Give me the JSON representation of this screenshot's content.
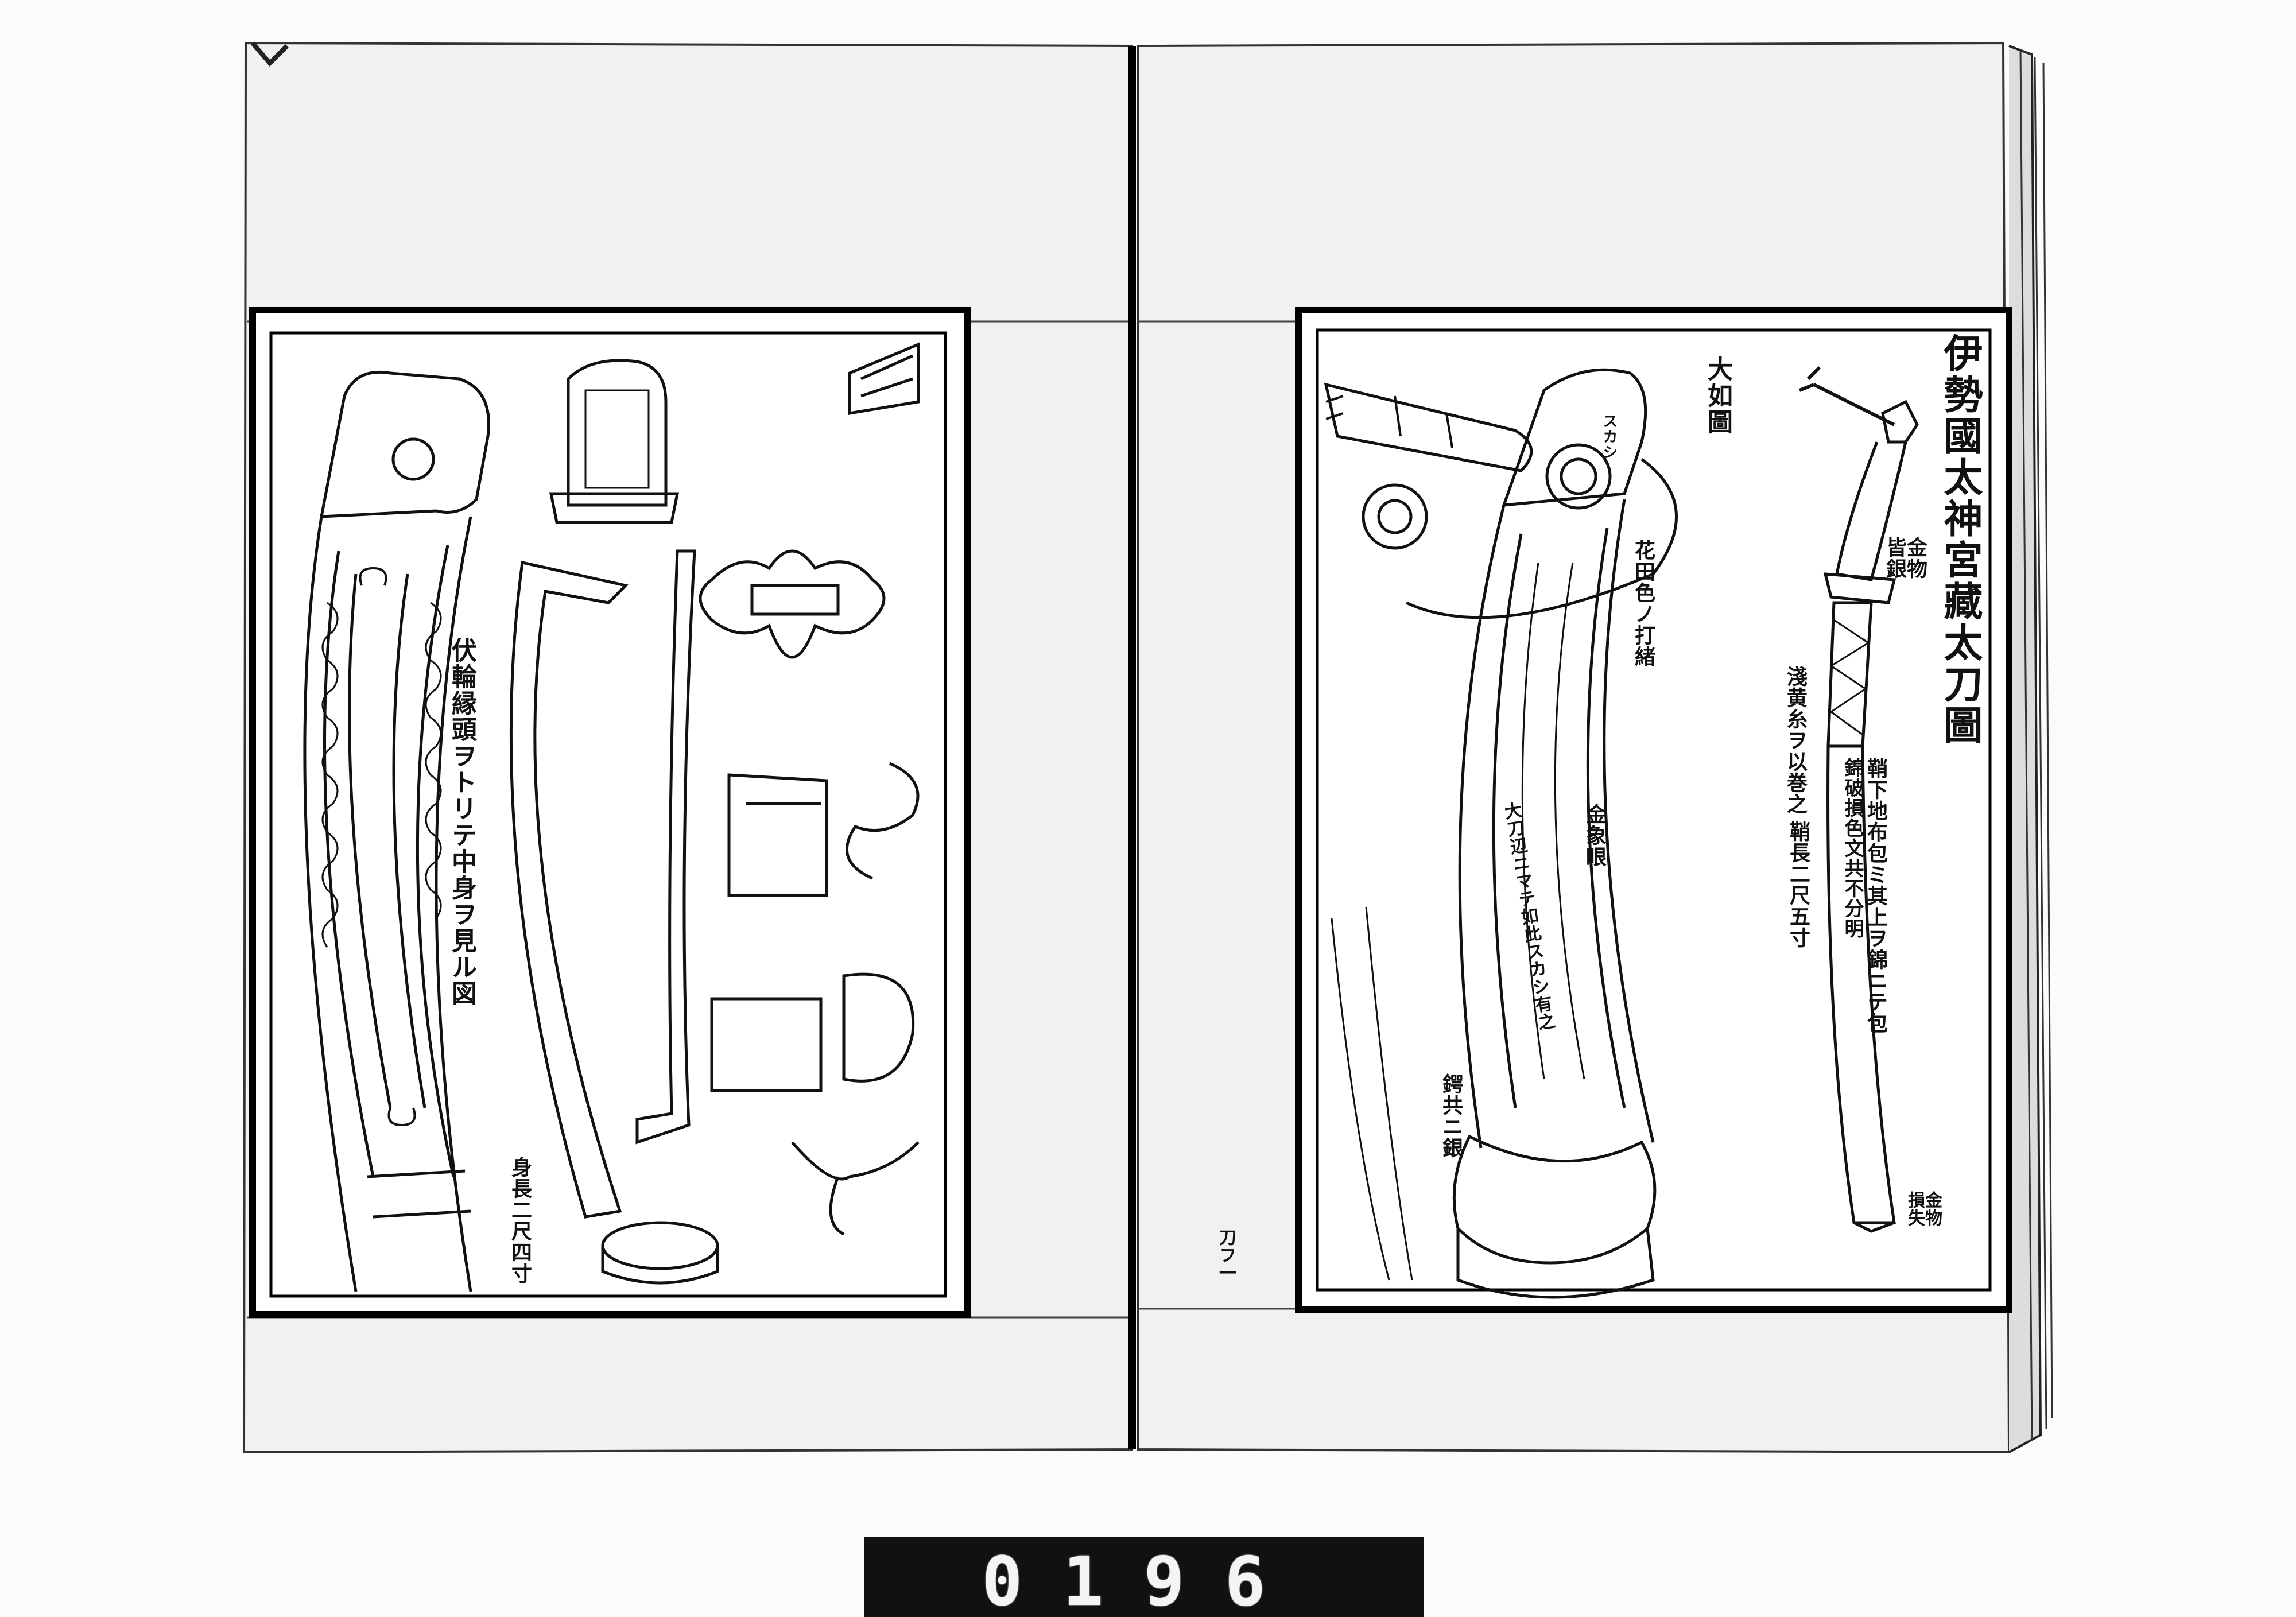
{
  "left_page": {
    "caption_main": "伏輪縁頭ヲトリテ中身ヲ見ル図",
    "blade_length": "身長二尺四寸"
  },
  "right_page": {
    "title": "伊勢國太神宮藏太刀圖",
    "fullsize_label": "大如圖",
    "openwork_label": "スカシ",
    "cord_label": "花田色ノ打緒",
    "metal_silver": "金物皆銀",
    "inlay_label": "金象眼",
    "openwork_note": "大刀辺ニマテ如此スカシ有之",
    "guard_label": "鍔共ニ銀",
    "hilt_wrap": "淺黄糸ヲ以巻之",
    "scabbard_note_1": "鞘下地布包ミ其上ヲ錦ニテ包",
    "scabbard_note_2": "錦破損色文共不分明",
    "scabbard_length": "鞘長二尺五寸",
    "metal_lost": "金物損失",
    "page_mark": "刀フ一"
  },
  "catalog_number": "0196",
  "colors": {
    "ink": "#111111",
    "paper": "#f3f3f3",
    "bar": "#111111"
  }
}
